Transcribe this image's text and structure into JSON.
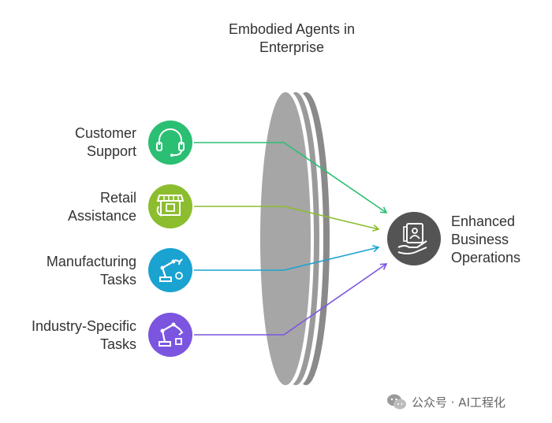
{
  "title": [
    "Embodied Agents in",
    "Enterprise"
  ],
  "inputs": [
    {
      "lines": [
        "Customer",
        "Support"
      ],
      "icon": "headset-icon",
      "color": "#2bbf73"
    },
    {
      "lines": [
        "Retail",
        "Assistance"
      ],
      "icon": "storefront-icon",
      "color": "#8cbd2e"
    },
    {
      "lines": [
        "Manufacturing",
        "Tasks"
      ],
      "icon": "robotic-arm-icon",
      "color": "#1aa3d1"
    },
    {
      "lines": [
        "Industry-Specific",
        "Tasks"
      ],
      "icon": "industrial-robot-icon",
      "color": "#7b55e0"
    }
  ],
  "output": {
    "lines": [
      "Enhanced",
      "Business",
      "Operations"
    ],
    "icon": "hand-document-icon",
    "color": "#545454"
  },
  "lens_color": "#a6a6a6",
  "watermark": "公众号 · AI工程化"
}
